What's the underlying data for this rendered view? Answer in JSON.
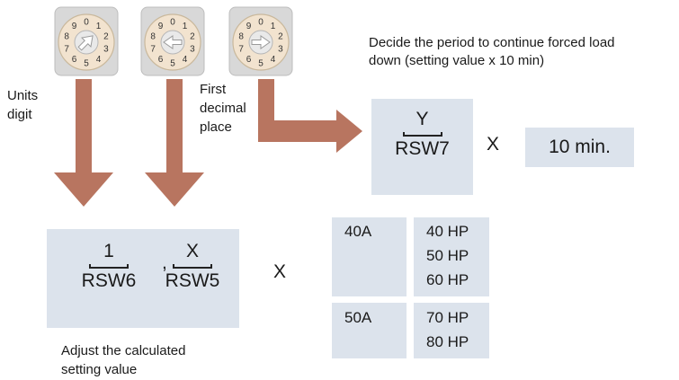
{
  "labels": {
    "units_digit": [
      "Units",
      "digit"
    ],
    "first_decimal": [
      "First",
      "decimal",
      "place"
    ],
    "period_note": [
      "Decide the period to continue forced load",
      "down (setting value x 10 min)"
    ],
    "adjust_note": [
      "Adjust the calculated",
      "setting value"
    ]
  },
  "rsw7_box": {
    "value": "Y",
    "switch": "RSW7"
  },
  "multiply_sign_top": "X",
  "minutes_box": "10 min.",
  "setting_box": {
    "digit1_value": "1",
    "digit1_switch": "RSW6",
    "separator": ",",
    "digit2_value": "X",
    "digit2_switch": "RSW5"
  },
  "multiply_sign_bottom": "X",
  "capacity_table": [
    {
      "model": "40A",
      "hp": [
        "40 HP",
        "50 HP",
        "60 HP"
      ]
    },
    {
      "model": "50A",
      "hp": [
        "70 HP",
        "80 HP"
      ]
    }
  ],
  "dials": {
    "digits": [
      "0",
      "1",
      "2",
      "3",
      "4",
      "5",
      "6",
      "7",
      "8",
      "9"
    ],
    "arrows": [
      "up-right",
      "left",
      "right"
    ]
  },
  "colors": {
    "arrow": "#b87560",
    "box": "#dce3ec",
    "dial_face": "#f2e3cf",
    "dial_base": "#d8d8d8"
  }
}
